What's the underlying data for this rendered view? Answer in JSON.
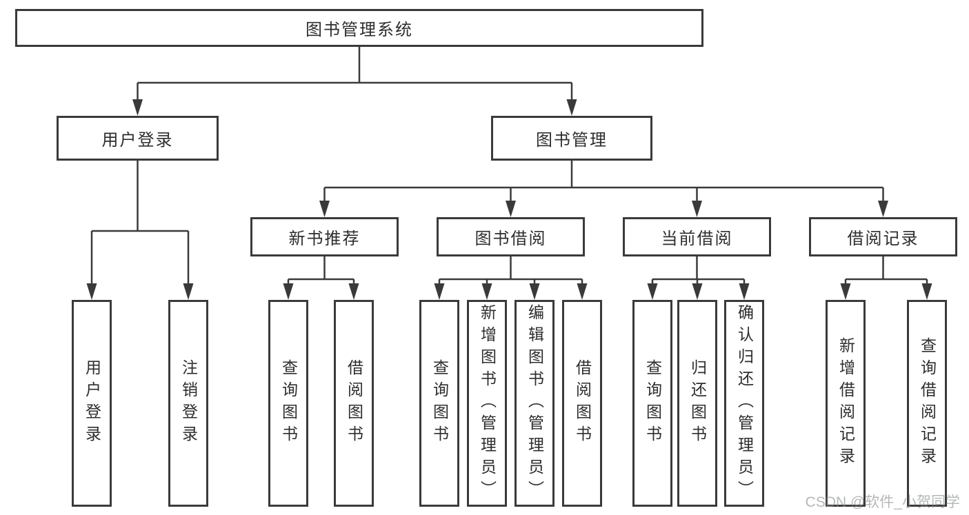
{
  "colors": {
    "background": "#ffffff",
    "line": "#3a3a3a",
    "box_border": "#3a3a3a",
    "text": "#2d2d2d",
    "watermark": "#878a8e"
  },
  "watermark": {
    "text": "CSDN @软件_小贺同学"
  },
  "tree": {
    "root": {
      "label": "图书管理系统",
      "children": [
        {
          "label": "用户登录",
          "children": [
            {
              "label": "用户登录"
            },
            {
              "label": "注销登录"
            }
          ]
        },
        {
          "label": "图书管理",
          "children": [
            {
              "label": "新书推荐",
              "children": [
                {
                  "label": "查询图书"
                },
                {
                  "label": "借阅图书"
                }
              ]
            },
            {
              "label": "图书借阅",
              "children": [
                {
                  "label": "查询图书"
                },
                {
                  "label": "新增图书（管理员）"
                },
                {
                  "label": "编辑图书（管理员）"
                },
                {
                  "label": "借阅图书"
                }
              ]
            },
            {
              "label": "当前借阅",
              "children": [
                {
                  "label": "查询图书"
                },
                {
                  "label": "归还图书"
                },
                {
                  "label": "确认归还（管理员）"
                }
              ]
            },
            {
              "label": "借阅记录",
              "children": [
                {
                  "label": "新增借阅记录"
                },
                {
                  "label": "查询借阅记录"
                }
              ]
            }
          ]
        }
      ]
    }
  }
}
